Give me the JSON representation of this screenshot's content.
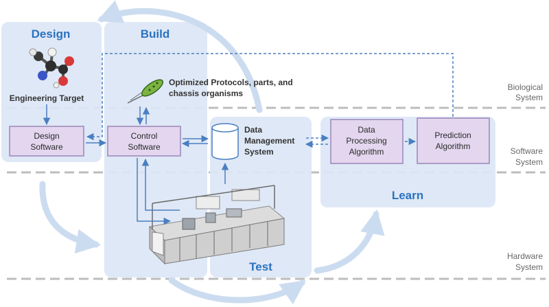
{
  "colors": {
    "panel_fill": "#dce6f5",
    "panel_title": "#2a72c0",
    "box_fill": "#e3d6ee",
    "box_stroke": "#9a86b8",
    "arrow": "#4a7fc1",
    "big_arrow": "#ccdcf0",
    "layer_line": "#bdbdbd",
    "layer_text": "#666666"
  },
  "panels": {
    "design": "Design",
    "build": "Build",
    "test": "Test",
    "learn": "Learn"
  },
  "nodes": {
    "engineering_target": "Engineering Target",
    "protocols": [
      "Optimized Protocols, parts, and",
      "chassis organisms"
    ],
    "design_software": [
      "Design",
      "Software"
    ],
    "control_software": [
      "Control",
      "Software"
    ],
    "data_management": [
      "Data",
      "Management",
      "System"
    ],
    "data_processing": [
      "Data",
      "Processing",
      "Algorithm"
    ],
    "prediction": [
      "Prediction",
      "Algorithm"
    ]
  },
  "layers": {
    "biological": [
      "Biological",
      "System"
    ],
    "software": [
      "Software",
      "System"
    ],
    "hardware": [
      "Hardware",
      "System"
    ]
  },
  "icons": {
    "molecule": "molecule-icon",
    "bacterium": "bacterium-icon",
    "database": "database-icon",
    "robot": "lab-automation-robot-icon"
  }
}
